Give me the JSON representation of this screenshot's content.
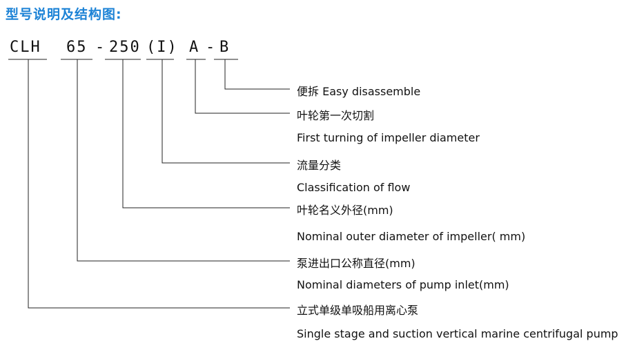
{
  "title": "型号说明及结构图:",
  "code": {
    "p1": "CLH",
    "p2": "65",
    "sep1": "-",
    "p3": "250",
    "p4": "(I)",
    "p5": "A",
    "sep2": "-",
    "p6": "B"
  },
  "labels": [
    {
      "zh": "便拆",
      "en": "Easy disassemble"
    },
    {
      "zh": "叶轮第一次切割",
      "en": "First turning of impeller diameter"
    },
    {
      "zh": "流量分类",
      "en": "Classification of flow"
    },
    {
      "zh": "叶轮名义外径(mm)",
      "en": "Nominal outer diameter of impeller( mm)"
    },
    {
      "zh": "泵进出口公称直径(mm)",
      "en": "Nominal diameters of pump inlet(mm)"
    },
    {
      "zh": "立式单级单吸船用离心泵",
      "en": "Single stage and suction vertical marine centrifugal pump"
    }
  ],
  "colors": {
    "title": "#1d83d6",
    "line": "#222222"
  }
}
